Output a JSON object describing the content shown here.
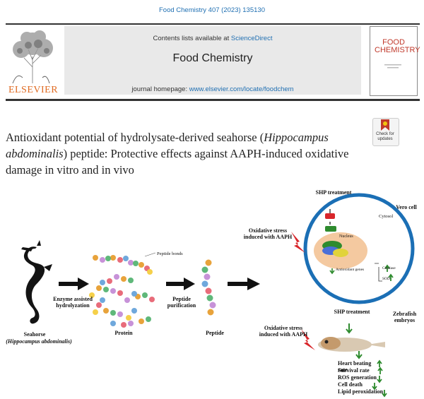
{
  "header": {
    "citation": "Food Chemistry 407 (2023) 135130",
    "contents_prefix": "Contents lists available at ",
    "contents_link": "ScienceDirect",
    "journal_title": "Food Chemistry",
    "homepage_prefix": "journal homepage: ",
    "homepage_link": "www.elsevier.com/locate/foodchem",
    "publisher": "ELSEVIER",
    "cover_title": "FOOD CHEMISTRY"
  },
  "article": {
    "title_part1": "Antioxidant potential of hydrolysate-derived seahorse (",
    "title_species": "Hippocampus abdominalis",
    "title_part2": ") peptide: Protective effects against AAPH-induced oxidative damage in vitro and in vivo",
    "check_updates": "Check for updates"
  },
  "graphical_abstract": {
    "seahorse_label": "Seahorse",
    "seahorse_species": "(Hippocampus abdominalis)",
    "step1": "Enzyme assisted hydrolyzation",
    "protein_label": "Protein",
    "peptide_bonds": "Peptide bonds",
    "step2": "Peptide purification",
    "peptide_label": "Peptide",
    "shp_treatment_top": "SHP treatment",
    "vero_cell": "Vero cell",
    "cytosol": "Cytosol",
    "nucleus": "Nucleus",
    "stress_top": "Oxidative stress induced with AAPH",
    "antioxidant_genes": "Antioxidant genes",
    "catalase": "Catalase",
    "sod": "SOD",
    "shp_treatment_bottom": "SHP treatment",
    "zebrafish": "Zebrafish embryos",
    "stress_bottom": "Oxidative stress induced with AAPH",
    "outcomes": [
      "Heart beating rate",
      "Survival rate",
      "ROS generation",
      "Cell death",
      "Lipid peroxidation"
    ],
    "outcome_directions": [
      "up",
      "up",
      "down",
      "down",
      "down"
    ],
    "colors": {
      "up": "#2e8b2e",
      "down": "#2e8b2e",
      "stress_bolt": "#d8262b",
      "cell_border": "#1b6fb5"
    }
  }
}
